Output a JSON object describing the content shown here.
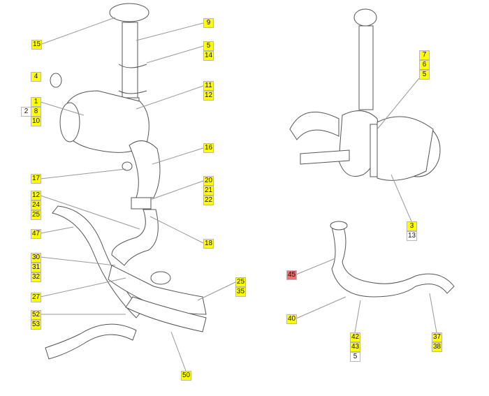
{
  "colors": {
    "highlight": "#ffff00",
    "neutral": "#ffffff",
    "alert": "#f26d6d",
    "line": "#555555"
  },
  "callouts": [
    {
      "text": "15",
      "status": "yellow"
    },
    {
      "text": "9",
      "status": "yellow"
    },
    {
      "text": "5",
      "status": "yellow"
    },
    {
      "text": "14",
      "status": "yellow"
    },
    {
      "text": "4",
      "status": "yellow"
    },
    {
      "text": "1",
      "status": "yellow"
    },
    {
      "text": "2",
      "status": "white"
    },
    {
      "text": "8",
      "status": "yellow"
    },
    {
      "text": "10",
      "status": "yellow"
    },
    {
      "text": "11",
      "status": "yellow"
    },
    {
      "text": "12",
      "status": "yellow"
    },
    {
      "text": "16",
      "status": "yellow"
    },
    {
      "text": "17",
      "status": "yellow"
    },
    {
      "text": "20",
      "status": "yellow"
    },
    {
      "text": "21",
      "status": "yellow"
    },
    {
      "text": "22",
      "status": "yellow"
    },
    {
      "text": "12",
      "status": "yellow"
    },
    {
      "text": "24",
      "status": "yellow"
    },
    {
      "text": "25",
      "status": "yellow"
    },
    {
      "text": "47",
      "status": "yellow"
    },
    {
      "text": "18",
      "status": "yellow"
    },
    {
      "text": "30",
      "status": "yellow"
    },
    {
      "text": "31",
      "status": "yellow"
    },
    {
      "text": "32",
      "status": "yellow"
    },
    {
      "text": "27",
      "status": "yellow"
    },
    {
      "text": "25",
      "status": "yellow"
    },
    {
      "text": "35",
      "status": "yellow"
    },
    {
      "text": "52",
      "status": "yellow"
    },
    {
      "text": "53",
      "status": "yellow"
    },
    {
      "text": "50",
      "status": "yellow"
    },
    {
      "text": "7",
      "status": "yellow"
    },
    {
      "text": "6",
      "status": "yellow"
    },
    {
      "text": "5",
      "status": "yellow"
    },
    {
      "text": "3",
      "status": "yellow"
    },
    {
      "text": "13",
      "status": "white"
    },
    {
      "text": "45",
      "status": "red"
    },
    {
      "text": "40",
      "status": "yellow"
    },
    {
      "text": "42",
      "status": "yellow"
    },
    {
      "text": "43",
      "status": "yellow"
    },
    {
      "text": "5",
      "status": "white"
    },
    {
      "text": "37",
      "status": "yellow"
    },
    {
      "text": "38",
      "status": "yellow"
    }
  ]
}
